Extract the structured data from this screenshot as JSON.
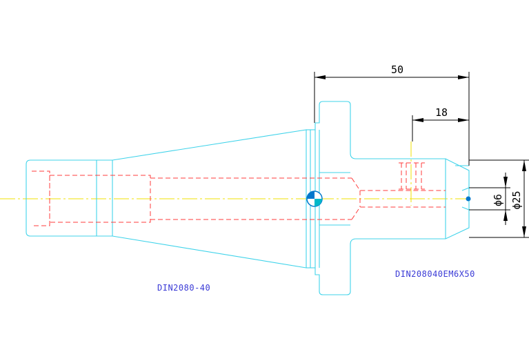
{
  "drawing": {
    "labels": {
      "holder": "DIN2080-40",
      "part": "DIN208040EM6X50"
    },
    "dimensions": {
      "overall_length": "50",
      "bore_depth": "18",
      "small_diameter": "ϕ6",
      "large_diameter": "ϕ25"
    },
    "colors": {
      "outline": "#3fd3ea",
      "hidden_lines": "#ff3b3b",
      "center_line": "#f2e000",
      "dimension": "#000000",
      "label_text": "#3a3ad6",
      "center_mark": "#0077cc"
    }
  }
}
